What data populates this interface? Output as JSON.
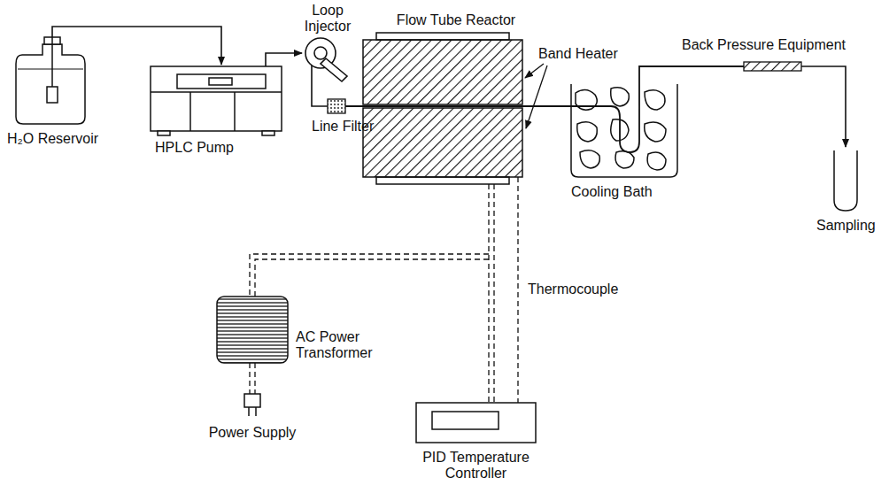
{
  "diagram": {
    "labels": [
      "Loop Injector",
      "Flow Tube Reactor",
      "Band Heater",
      "Back Pressure Equipment",
      "Line Filter",
      "H₂O Reservoir",
      "HPLC Pump",
      "Cooling Bath",
      "Sampling",
      "Thermocouple",
      "AC Power Transformer",
      "Power Supply",
      "PID Temperature Controller"
    ]
  }
}
